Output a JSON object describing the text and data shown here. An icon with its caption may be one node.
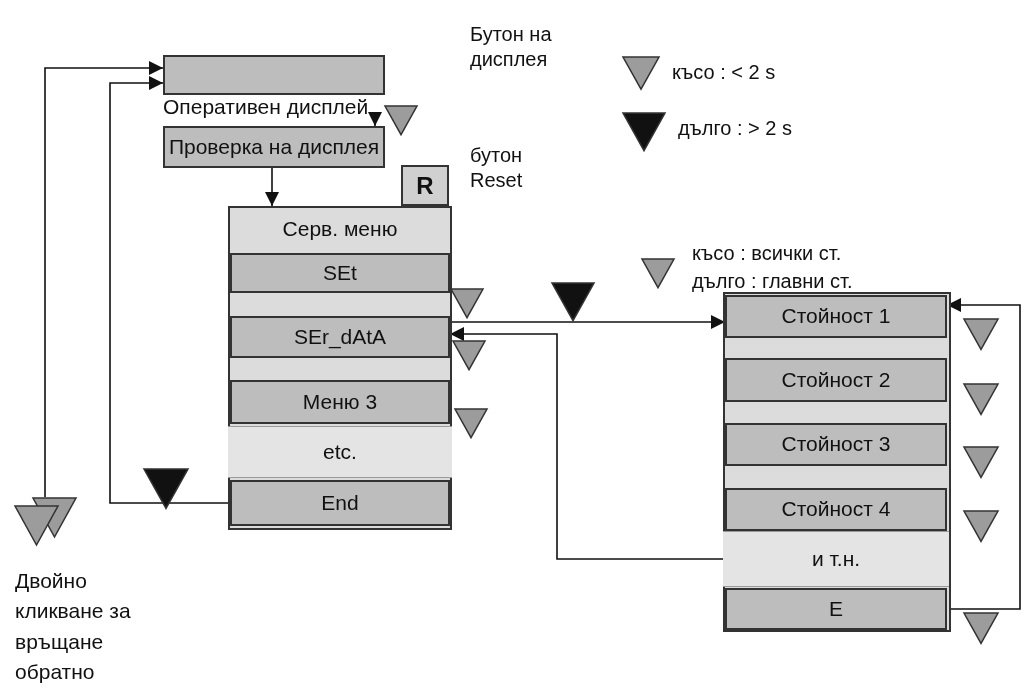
{
  "diagram": {
    "nodes": [
      {
        "text": [
          "Оперативен дисплей"
        ]
      },
      {
        "text": [
          "Проверка на дисплея"
        ]
      },
      {
        "text": [
          "R"
        ],
        "beside": [
          "бутон Reset"
        ]
      },
      {
        "text": [
          "Серв. меню"
        ]
      },
      {
        "text": [
          "SEt"
        ],
        "in": 3
      },
      {
        "text": [
          "SEr_dAtA"
        ],
        "in": 3
      },
      {
        "text": [
          "Меню 3"
        ],
        "in": 3
      },
      {
        "text": [
          "etc."
        ],
        "in": 3
      },
      {
        "text": [
          "End"
        ],
        "in": 3
      },
      {
        "text": [],
        "shape": "box"
      },
      {
        "text": [
          "Стойност 1"
        ],
        "in": 9
      },
      {
        "text": [
          "Стойност 2"
        ],
        "in": 9
      },
      {
        "text": [
          "Стойност 3"
        ],
        "in": 9
      },
      {
        "text": [
          "Стойност 4"
        ],
        "in": 9
      },
      {
        "text": [
          "и т.н."
        ],
        "in": 9
      },
      {
        "text": [
          "E"
        ],
        "in": 9
      },
      {
        "text": [],
        "shape": "triangle"
      }
    ],
    "edges": [
      {
        "from": 0,
        "to": 1,
        "arrow": "to"
      },
      {
        "from": 1,
        "to": 3,
        "arrow": "to"
      },
      {
        "from": 8,
        "to": 0,
        "arrow": "to"
      },
      {
        "from": 16,
        "to": 0,
        "arrow": "to"
      },
      {
        "from": 5,
        "to": 10,
        "arrow": "to"
      },
      {
        "from": 14,
        "to": 5,
        "arrow": "to"
      },
      {
        "from": 15,
        "to": 10,
        "arrow": "to"
      }
    ],
    "labels": [
      "Бутон на дисплея",
      "късо : всички ст.",
      "дълго : главни ст.",
      "Двойно кликване за връщане обратно"
    ],
    "legend": [
      {
        "text": "късо : < 2 s"
      },
      {
        "text": "дълго : > 2 s"
      }
    ]
  }
}
